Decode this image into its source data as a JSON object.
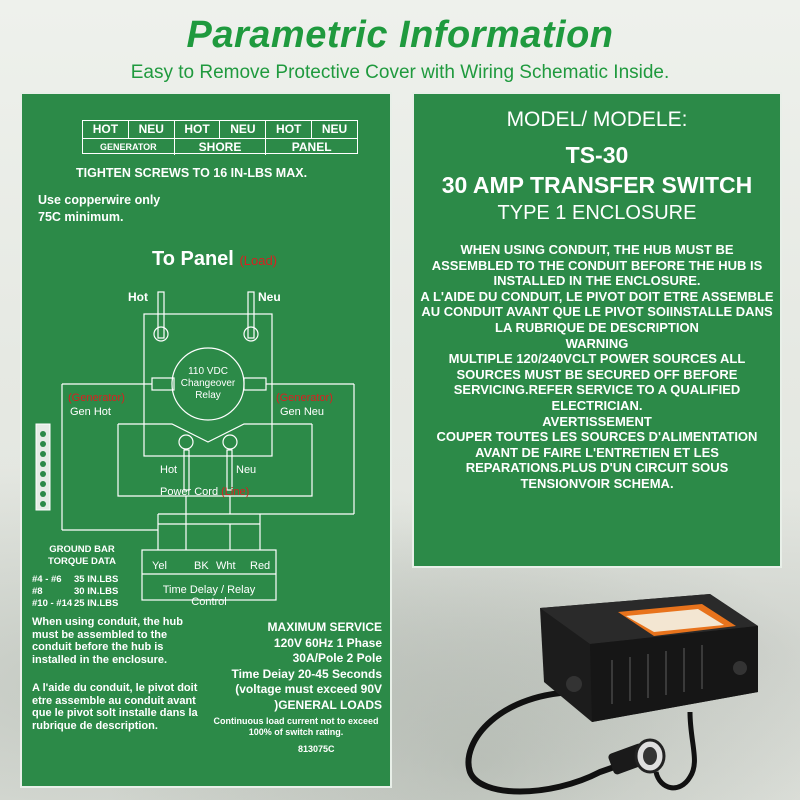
{
  "header": {
    "title": "Parametric Information",
    "subtitle": "Easy to Remove Protective Cover with Wiring Schematic Inside."
  },
  "left_panel": {
    "wire_table": {
      "row1": [
        "HOT",
        "NEU",
        "HOT",
        "NEU",
        "HOT",
        "NEU"
      ],
      "row2": [
        "GENERATOR",
        "SHORE",
        "PANEL"
      ]
    },
    "tighten": "TIGHTEN SCREWS TO 16 IN-LBS MAX.",
    "copper_line1": "Use copperwire only",
    "copper_line2": "75C minimum.",
    "to_panel": "To Panel",
    "to_panel_note": "(Load)",
    "hot": "Hot",
    "neu": "Neu",
    "relay_line1": "110 VDC",
    "relay_line2": "Changeover",
    "relay_line3": "Relay",
    "gen_left_note": "(Generator)",
    "gen_hot": "Gen Hot",
    "gen_right_note": "(Generator)",
    "gen_neu": "Gen Neu",
    "hot_bottom": "Hot",
    "neu_bottom": "Neu",
    "power_cord": "Power Cord",
    "power_cord_note": "(Line)",
    "wire_colors": [
      "Yel",
      "BK",
      "Wht",
      "Red"
    ],
    "time_delay": "Time Delay / Relay Control",
    "torque": {
      "title1": "GROUND BAR",
      "title2": "TORQUE DATA",
      "rows": [
        {
          "awg": "#4 - #6",
          "value": "35 IN.LBS"
        },
        {
          "awg": "#8",
          "value": "30 IN.LBS"
        },
        {
          "awg": "#10 - #14",
          "value": "25 IN.LBS"
        }
      ]
    },
    "conduit_en": "When using conduit, the hub must be assembled to the conduit before the hub is installed in the enclosure.",
    "conduit_fr": "A l'aide du conduit, le pivot doit etre assemble au conduit avant que le pivot solt installe dans la rubrique de description.",
    "max_service": {
      "heading": "MAXIMUM SERVICE",
      "l1": "120V 60Hz 1 Phase",
      "l2": "30A/Pole 2 Pole",
      "l3": "Time Deiay 20-45 Seconds",
      "l4": "(voltage must exceed 90V",
      "l5": ")GENERAL LOADS"
    },
    "continuous": "Continuous load current not to exceed 100% of switch rating.",
    "part_no": "813075C"
  },
  "right_panel": {
    "model": "MODEL/ MODELE:",
    "ts": "TS-30",
    "amp": "30 AMP TRANSFER SWITCH",
    "type": "TYPE 1 ENCLOSURE",
    "p1": "WHEN USING CONDUIT, THE HUB MUST BE ASSEMBLED TO THE CONDUIT BEFORE THE HUB IS INSTALLED IN THE ENCLOSURE.",
    "p2": "A L'AIDE DU CONDUIT, LE PIVOT DOIT ETRE ASSEMBLE AU CONDUIT AVANT QUE LE PIVOT SOIINSTALLE DANS LA RUBRIQUE DE DESCRIPTION",
    "warning": "WARNING",
    "p3": "MULTIPLE 120/240VCLT POWER SOURCES ALL SOURCES MUST BE SECURED OFF BEFORE SERVICING.REFER SERVICE TO A QUALIFIED ELECTRICIAN.",
    "avert": "AVERTISSEMENT",
    "p4": "COUPER TOUTES LES SOURCES D'ALIMENTATION AVANT DE FAIRE L'ENTRETIEN ET LES REPARATIONS.PLUS D'UN CIRCUIT SOUS TENSIONVOIR SCHEMA."
  },
  "colors": {
    "brand_green": "#1f9a3e",
    "panel_green": "#2c8a48",
    "note_red": "#d82020"
  }
}
